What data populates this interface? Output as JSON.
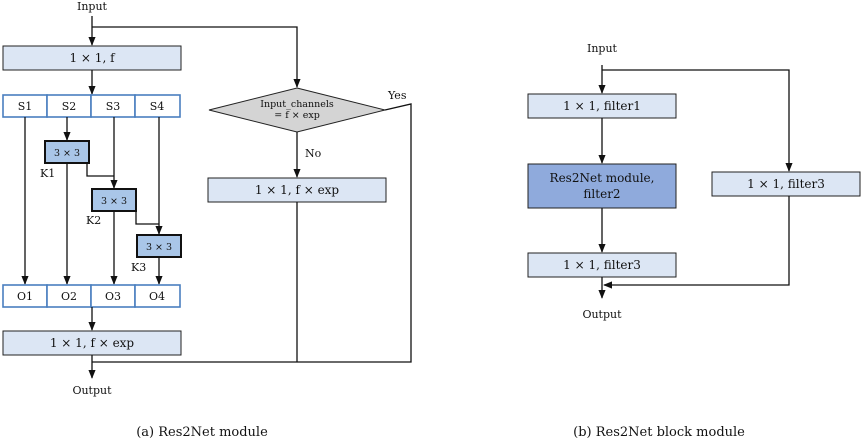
{
  "left": {
    "input": "Input",
    "conv_top": "1 × 1, f",
    "splits": [
      "S1",
      "S2",
      "S3",
      "S4"
    ],
    "kernels": [
      {
        "conv": "3 × 3",
        "name": "K1"
      },
      {
        "conv": "3 × 3",
        "name": "K2"
      },
      {
        "conv": "3 × 3",
        "name": "K3"
      }
    ],
    "outs": [
      "O1",
      "O2",
      "O3",
      "O4"
    ],
    "conv_bottom": "1 × 1, f × exp",
    "decision_line1": "Input_channels",
    "decision_line2": "= f × exp",
    "yes": "Yes",
    "no": "No",
    "conv_shortcut": "1 × 1, f × exp",
    "output": "Output",
    "caption": "(a) Res2Net module"
  },
  "right": {
    "input": "Input",
    "filter1": "1 × 1, filter1",
    "module_line1": "Res2Net module,",
    "module_line2": "filter2",
    "filter3_main": "1 × 1, filter3",
    "filter3_side": "1 × 1, filter3",
    "output": "Output",
    "caption": "(b) Res2Net block module"
  }
}
